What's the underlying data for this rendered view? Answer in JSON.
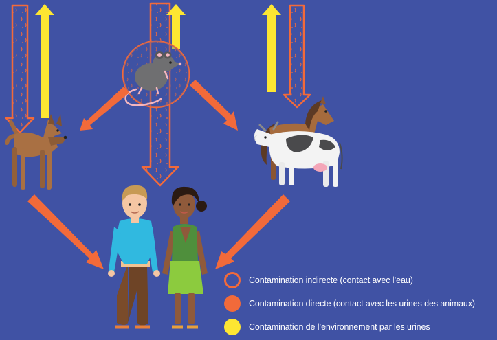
{
  "colors": {
    "background": "#4052a4",
    "indirect": "#f26a3a",
    "direct": "#f26a3a",
    "environment": "#fde632"
  },
  "legend": [
    {
      "style": "outline",
      "color": "#f26a3a",
      "label": "Contamination indirecte (contact avec l’eau)"
    },
    {
      "style": "filled",
      "color": "#f26a3a",
      "label": "Contamination directe (contact avec les urines des animaux)"
    },
    {
      "style": "filled",
      "color": "#fde632",
      "label": "Contamination de l’environnement par les urines"
    }
  ],
  "illustrations": [
    "dog",
    "rat",
    "horse",
    "cow",
    "man",
    "woman"
  ],
  "arrows": {
    "indirect_down": [
      "dog",
      "rat",
      "livestock"
    ],
    "environment_up": [
      "dog",
      "rat",
      "livestock"
    ],
    "direct": [
      "rat-to-dog",
      "rat-to-livestock",
      "dog-to-humans",
      "livestock-to-humans"
    ]
  }
}
